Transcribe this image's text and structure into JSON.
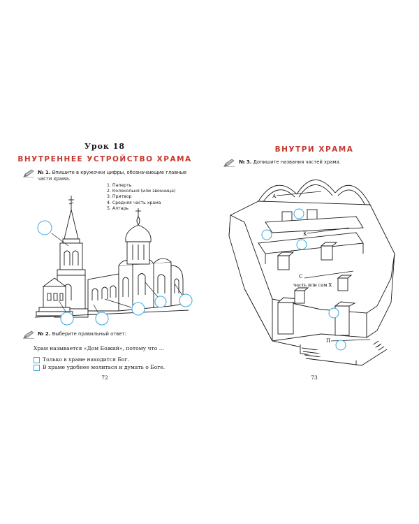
{
  "left_page": {
    "lesson_title": "Урок  18",
    "section_title": "ВНУТРЕННЕЕ УСТРОЙСТВО ХРАМА",
    "task1": {
      "number": "№ 1.",
      "text": "Впишите в кружочки цифры, обозначающие главные части храма.",
      "legend": [
        "1. Паперть",
        "2. Колокольня (или звонница)",
        "3. Притвор",
        "4. Средняя часть храма",
        "5. Алтарь"
      ]
    },
    "task2": {
      "number": "№ 2.",
      "text": "Выберите правильный ответ:",
      "question": "Храм называется «Дом Божий», потому что ...",
      "options": [
        "Только в храме находится Бог.",
        "В храме удобнее молиться и думать о Боге."
      ]
    },
    "page_number": "72"
  },
  "right_page": {
    "section_title": "ВНУТРИ ХРАМА",
    "task3": {
      "number": "№ 3.",
      "text": "Допишите названия частей храма."
    },
    "labels": {
      "a": "А",
      "k": "К",
      "s": "С",
      "hint": "часть или сам Х",
      "p": "П"
    },
    "page_number": "73"
  },
  "colors": {
    "accent_red": "#c8372d",
    "circle_blue": "#39a9dc",
    "line": "#1a1a1a"
  }
}
